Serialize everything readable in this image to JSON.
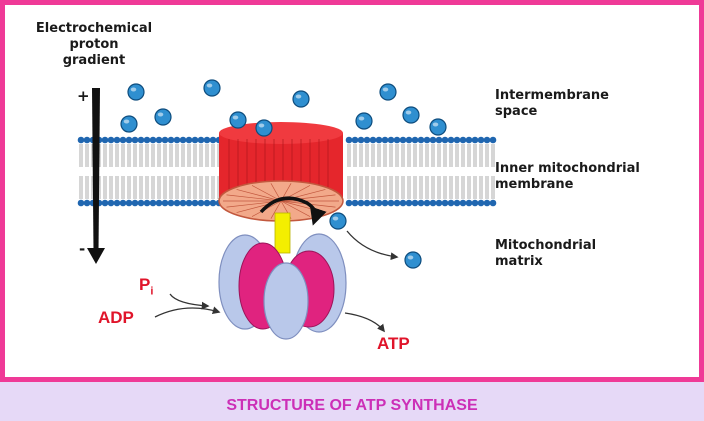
{
  "diagram": {
    "gradient": {
      "title_line1": "Electrochemical",
      "title_line2": "proton",
      "title_line3": "gradient",
      "plus_sign": "+",
      "minus_sign": "-"
    },
    "regions": {
      "intermembrane_line1": "Intermembrane",
      "intermembrane_line2": "space",
      "inner_membrane_line1": "Inner mitochondrial",
      "inner_membrane_line2": "membrane",
      "matrix_line1": "Mitochondrial",
      "matrix_line2": "matrix"
    },
    "molecules": {
      "phosphate_symbol": "P",
      "phosphate_subscript": "i",
      "adp": "ADP",
      "atp": "ATP"
    },
    "colors": {
      "frame_border": "#ef3a97",
      "background": "#e6d9f7",
      "caption": "#cc2fb7",
      "proton": "#2f8fd0",
      "membrane_head": "#1f66b0",
      "fo_rotor": "#e5262c",
      "stalk": "#f4ee00",
      "alpha_subunit": "#b9c8ea",
      "beta_subunit": "#e0237f",
      "molecule_label": "#e0142a"
    },
    "icons": [
      "proton-icon",
      "gradient-arrow-icon",
      "rotation-arrow-icon"
    ]
  },
  "caption": "STRUCTURE OF ATP SYNTHASE"
}
